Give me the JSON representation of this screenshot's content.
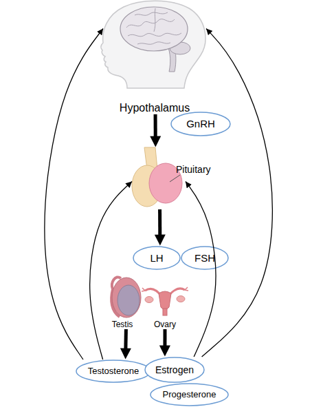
{
  "diagram": {
    "nodes": [
      {
        "text": [
          "Hypothalamus"
        ]
      },
      {
        "text": [
          "GnRH"
        ]
      },
      {
        "text": [
          "Pituitary"
        ]
      },
      {
        "text": [
          "LH"
        ]
      },
      {
        "text": [
          "FSH"
        ]
      },
      {
        "text": [
          "Testis"
        ]
      },
      {
        "text": [
          "Ovary"
        ]
      },
      {
        "text": [
          "Testosterone"
        ]
      },
      {
        "text": [
          "Estrogen"
        ]
      },
      {
        "text": [
          "Progesterone"
        ]
      }
    ],
    "edges": [
      {
        "from": 0,
        "to": 2,
        "arrow": "to"
      },
      {
        "from": 2,
        "to": 3,
        "arrow": "to"
      },
      {
        "from": 5,
        "to": 7,
        "arrow": "to"
      },
      {
        "from": 6,
        "to": 8,
        "arrow": "to"
      },
      {
        "from": 7,
        "to": 0,
        "arrow": "to"
      },
      {
        "from": 7,
        "to": 2,
        "arrow": "to"
      },
      {
        "from": 8,
        "to": 2,
        "arrow": "to"
      },
      {
        "from": 8,
        "to": 0,
        "arrow": "to"
      }
    ]
  }
}
